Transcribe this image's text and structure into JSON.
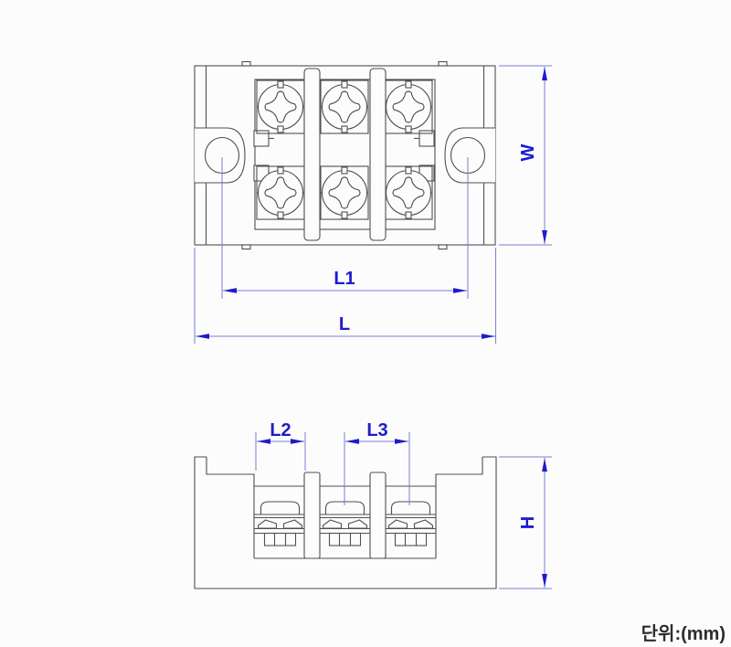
{
  "drawing": {
    "description_labels": {
      "w": "W",
      "l1": "L1",
      "l": "L",
      "l2": "L2",
      "l3": "L3",
      "h": "H"
    },
    "unit_note": "단위:(mm)"
  },
  "colors": {
    "background": "#fcfcfc",
    "drawing_line": "#4f4f4f",
    "dimension_line": "#7d7dd8",
    "dimension_accent": "#1c1ccd",
    "note_text": "#2d2d2d"
  }
}
